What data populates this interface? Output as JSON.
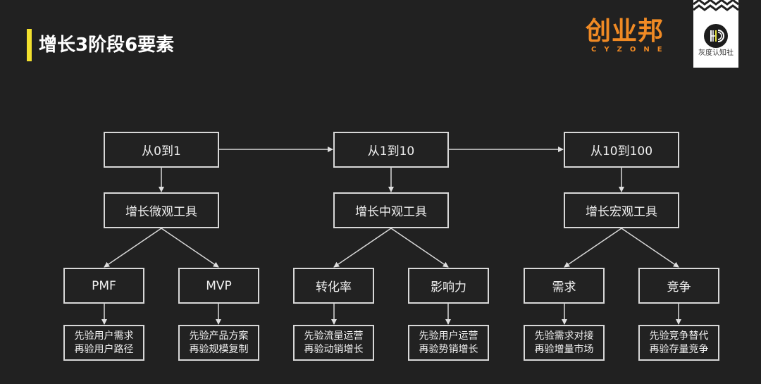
{
  "header": {
    "title": "增长3阶段6要素",
    "accent_color": "#f2e02e"
  },
  "brand": {
    "name_cn": "创业邦",
    "name_en": "CYZONE",
    "color": "#f08a24"
  },
  "partner": {
    "logo_letters": "HD",
    "name": "灰度认知社"
  },
  "stages": [
    {
      "label": "从0到1",
      "tool": "增长微观工具",
      "elements": [
        {
          "label": "PMF",
          "detail": [
            "先验用户需求",
            "再验用户路径"
          ]
        },
        {
          "label": "MVP",
          "detail": [
            "先验产品方案",
            "再验规模复制"
          ]
        }
      ]
    },
    {
      "label": "从1到10",
      "tool": "增长中观工具",
      "elements": [
        {
          "label": "转化率",
          "detail": [
            "先验流量运营",
            "再验动销增长"
          ]
        },
        {
          "label": "影响力",
          "detail": [
            "先验用户运营",
            "再验势销增长"
          ]
        }
      ]
    },
    {
      "label": "从10到100",
      "tool": "增长宏观工具",
      "elements": [
        {
          "label": "需求",
          "detail": [
            "先验需求对接",
            "再验增量市场"
          ]
        },
        {
          "label": "竞争",
          "detail": [
            "先验竞争替代",
            "再验存量竞争"
          ]
        }
      ]
    }
  ]
}
